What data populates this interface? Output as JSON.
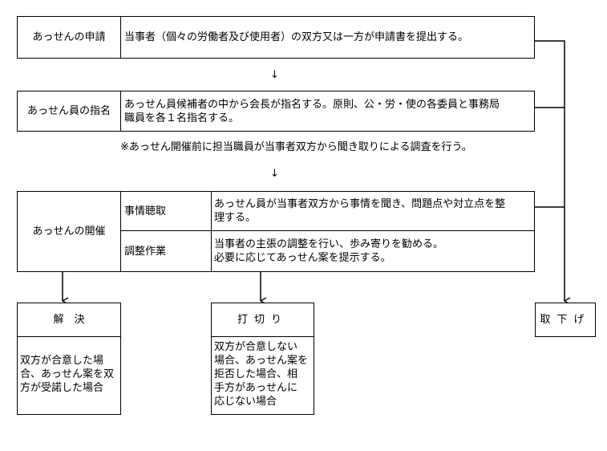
{
  "steps": {
    "apply": {
      "label": "あっせんの申請",
      "desc": "当事者（個々の労働者及び使用者）の双方又は一方が申請書を提出する。"
    },
    "arrow1": "↓",
    "appoint": {
      "label": "あっせん員の指名",
      "desc": "あっせん員候補者の中から会長が指名する。原則、公・労・使の各委員と事務局\n職員を各１名指名する。"
    },
    "note": "※あっせん開催前に担当職員が当事者双方から聞き取りによる調査を行う。",
    "arrow2": "↓",
    "hold": {
      "label": "あっせんの開催",
      "rows": [
        {
          "label": "事情聴取",
          "desc": "あっせん員が当事者双方から事情を聞き、問題点や対立点を整\n理する。"
        },
        {
          "label": "調整作業",
          "desc": "当事者の主張の調整を行い、歩み寄りを勧める。\n必要に応じてあっせん案を提示する。"
        }
      ]
    }
  },
  "outcomes": {
    "resolved": {
      "title": "解　決",
      "desc": "双方が合意した場\n合、あっせん案を双\n方が受諾した場合"
    },
    "terminated": {
      "title": "打切り",
      "desc": "双方が合意しない\n場合、あっせん案を\n拒否した場合、相\n手方があっせんに\n応じない場合"
    },
    "withdrawn": {
      "title": "取下げ"
    }
  }
}
